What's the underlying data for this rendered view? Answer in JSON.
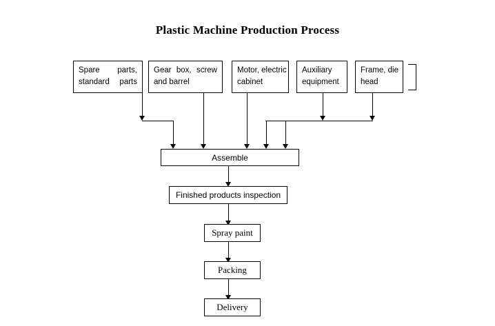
{
  "title": "Plastic Machine Production Process",
  "background_color": "#ffffff",
  "line_color": "#000000",
  "diagram": {
    "type": "flowchart",
    "orientation": "top-to-bottom",
    "inputs": [
      {
        "id": "spare-parts",
        "line1": "Spare    parts,",
        "line2": "standard   parts"
      },
      {
        "id": "gear-box",
        "line1": "Gear  box,  screw",
        "line2": "and barrel"
      },
      {
        "id": "motor",
        "line1": "Motor,  electric",
        "line2": "cabinet"
      },
      {
        "id": "auxiliary",
        "line1": "Auxiliary",
        "line2": "equipment"
      },
      {
        "id": "frame",
        "line1": "Frame,  die",
        "line2": "head"
      }
    ],
    "steps": [
      {
        "id": "assemble",
        "label": "Assemble"
      },
      {
        "id": "inspection",
        "label": "Finished products inspection"
      },
      {
        "id": "spray-paint",
        "label": "Spray paint"
      },
      {
        "id": "packing",
        "label": "Packing"
      },
      {
        "id": "delivery",
        "label": "Delivery"
      }
    ],
    "bracket_marker": "]"
  }
}
